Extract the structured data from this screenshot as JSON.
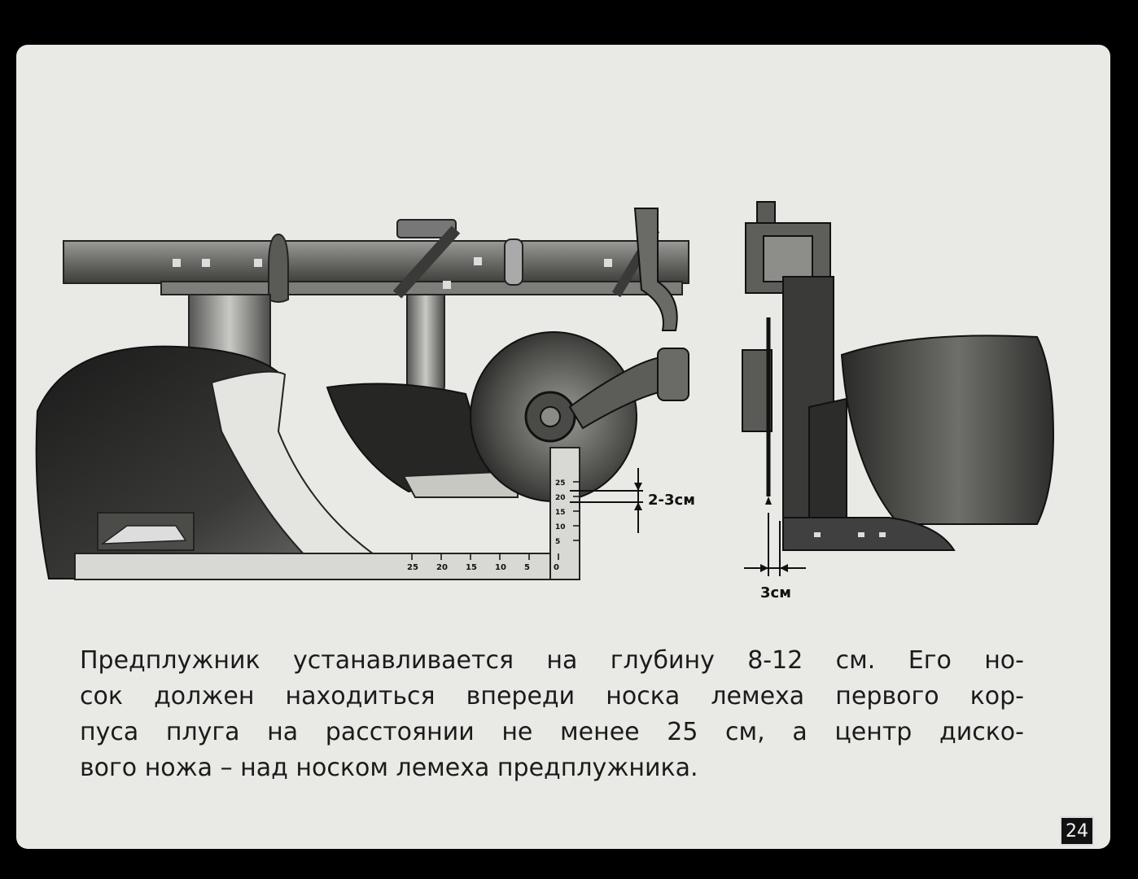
{
  "caption": {
    "lines": [
      "Предплужник устанавливается на глубину 8-12 см. Его но-",
      "сок должен находиться впереди носка лемеха первого кор-",
      "пуса плуга на расстоянии не менее 25 см, а центр диско-",
      "вого ножа – над носком лемеха предплужника."
    ]
  },
  "dimensions": {
    "depth_label": "2-3см",
    "offset_label": "3см"
  },
  "ruler": {
    "horizontal_ticks": [
      "25",
      "20",
      "15",
      "10",
      "5",
      "0"
    ],
    "vertical_ticks": [
      "25",
      "20",
      "15",
      "10",
      "5"
    ]
  },
  "page_number": "24"
}
